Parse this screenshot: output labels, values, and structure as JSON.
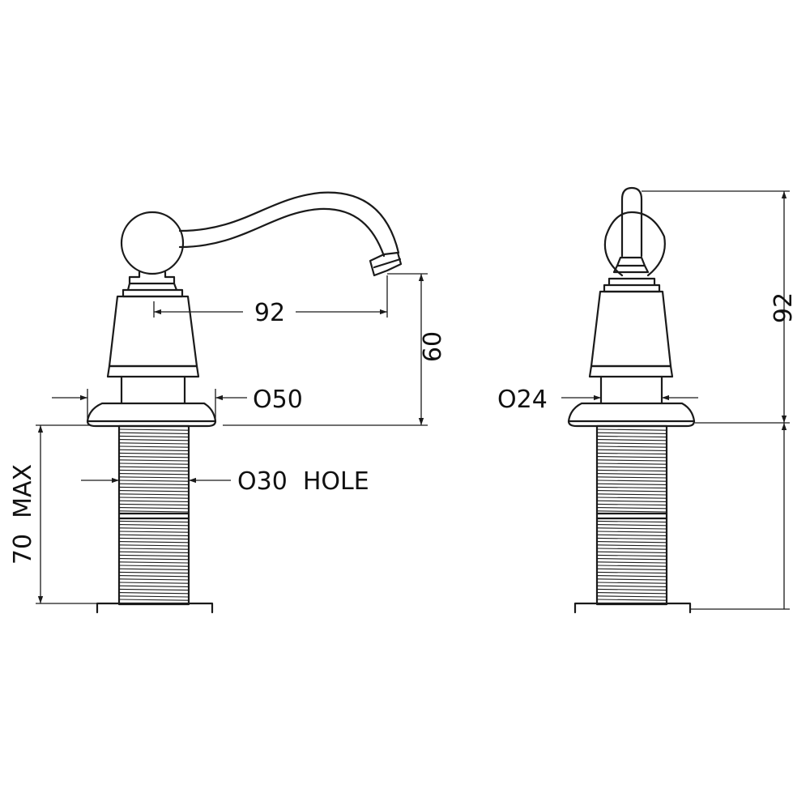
{
  "dimensions": {
    "spout_reach": "92",
    "spout_height": "60",
    "base_diameter": "O50",
    "hole_diameter": "O30  HOLE",
    "max_deck": "70  MAX",
    "body_diameter": "O24",
    "total_height": "92"
  },
  "colors": {
    "line": "#1a1a1a",
    "background": "#ffffff"
  }
}
